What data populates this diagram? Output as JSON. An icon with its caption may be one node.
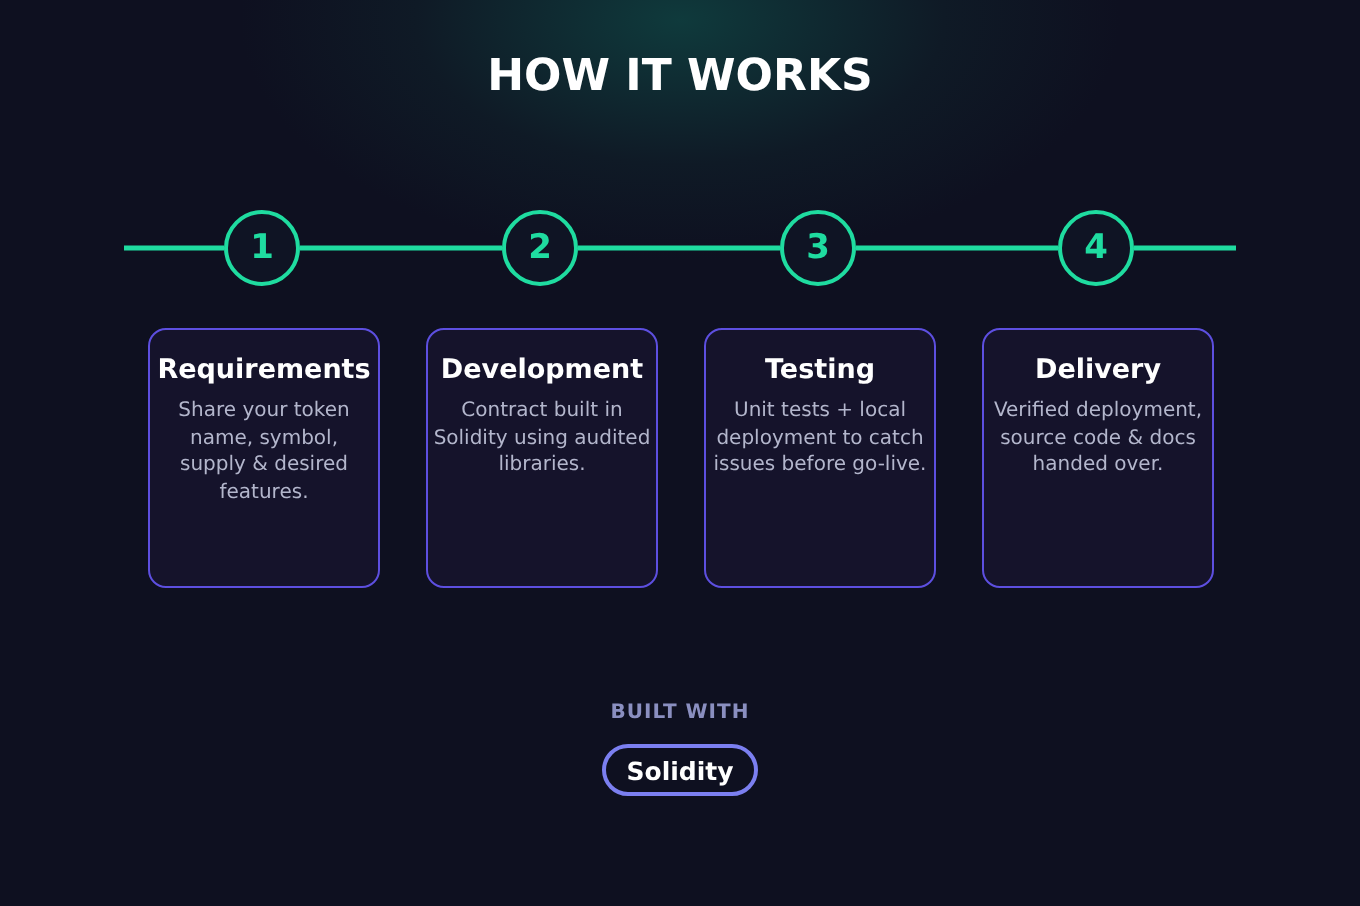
{
  "diagram": {
    "title": "HOW IT WORKS",
    "nodes": [
      {
        "text": [
          "1"
        ]
      },
      {
        "text": [
          "2"
        ]
      },
      {
        "text": [
          "3"
        ]
      },
      {
        "text": [
          "4"
        ]
      },
      {
        "text": [
          "Requirements",
          "Share your token name, symbol, supply & desired features."
        ]
      },
      {
        "text": [
          "Development",
          "Contract built in Solidity using audited libraries."
        ]
      },
      {
        "text": [
          "Testing",
          "Unit tests + local deployment to catch issues before go-live."
        ]
      },
      {
        "text": [
          "Delivery",
          "Verified deployment, source code & docs handed over."
        ]
      },
      {
        "text": [
          "Solidity"
        ]
      }
    ],
    "edges": [
      {
        "from": null,
        "to": 0,
        "arrow": "none"
      },
      {
        "from": 0,
        "to": 1,
        "arrow": "none"
      },
      {
        "from": 1,
        "to": 2,
        "arrow": "none"
      },
      {
        "from": 2,
        "to": 3,
        "arrow": "none"
      },
      {
        "from": 3,
        "to": null,
        "arrow": "none"
      }
    ],
    "labels": [
      "BUILT WITH"
    ]
  }
}
